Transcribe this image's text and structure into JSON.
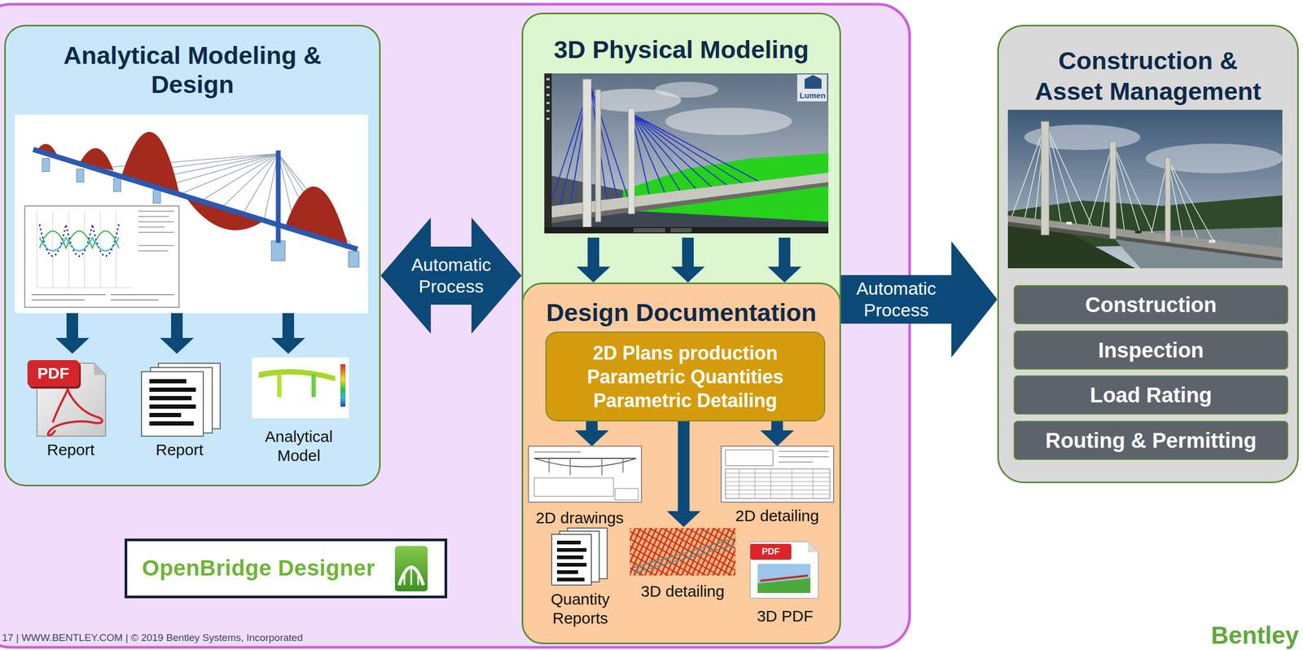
{
  "diagram": {
    "nodes": [
      {
        "text": [
          "Analytical Modeling & Design"
        ]
      },
      {
        "text": [
          "3D Physical Modeling"
        ]
      },
      {
        "text": [
          "Design Documentation"
        ]
      },
      {
        "text": [
          "2D Plans production",
          "Parametric Quantities",
          "Parametric Detailing"
        ],
        "in": 2
      },
      {
        "text": [
          "Construction & Asset Management"
        ]
      },
      {
        "text": [
          "Construction"
        ],
        "in": 4
      },
      {
        "text": [
          "Inspection"
        ],
        "in": 4
      },
      {
        "text": [
          "Load Rating"
        ],
        "in": 4
      },
      {
        "text": [
          "Routing & Permitting"
        ],
        "in": 4
      },
      {
        "text": [
          "OpenBridge Designer"
        ]
      }
    ],
    "edges": [
      {
        "from": 0,
        "to": 1,
        "label": "Automatic Process",
        "arrow": "both"
      },
      {
        "from": 1,
        "to": 2,
        "arrow": "to"
      },
      {
        "from": 1,
        "to": 2,
        "arrow": "to"
      },
      {
        "from": 1,
        "to": 2,
        "arrow": "to"
      },
      {
        "from": 2,
        "to": 4,
        "label": "Automatic Process",
        "arrow": "to"
      }
    ],
    "labels": [
      "Lumen",
      "PDF",
      "Report",
      "Report",
      "Analytical Model",
      "2D drawings",
      "2D detailing",
      "3D detailing",
      "Quantity Reports",
      "PDF",
      "3D PDF",
      "17 | WWW.BENTLEY.COM | © 2019 Bentley Systems, Incorporated",
      "Bentley"
    ]
  }
}
